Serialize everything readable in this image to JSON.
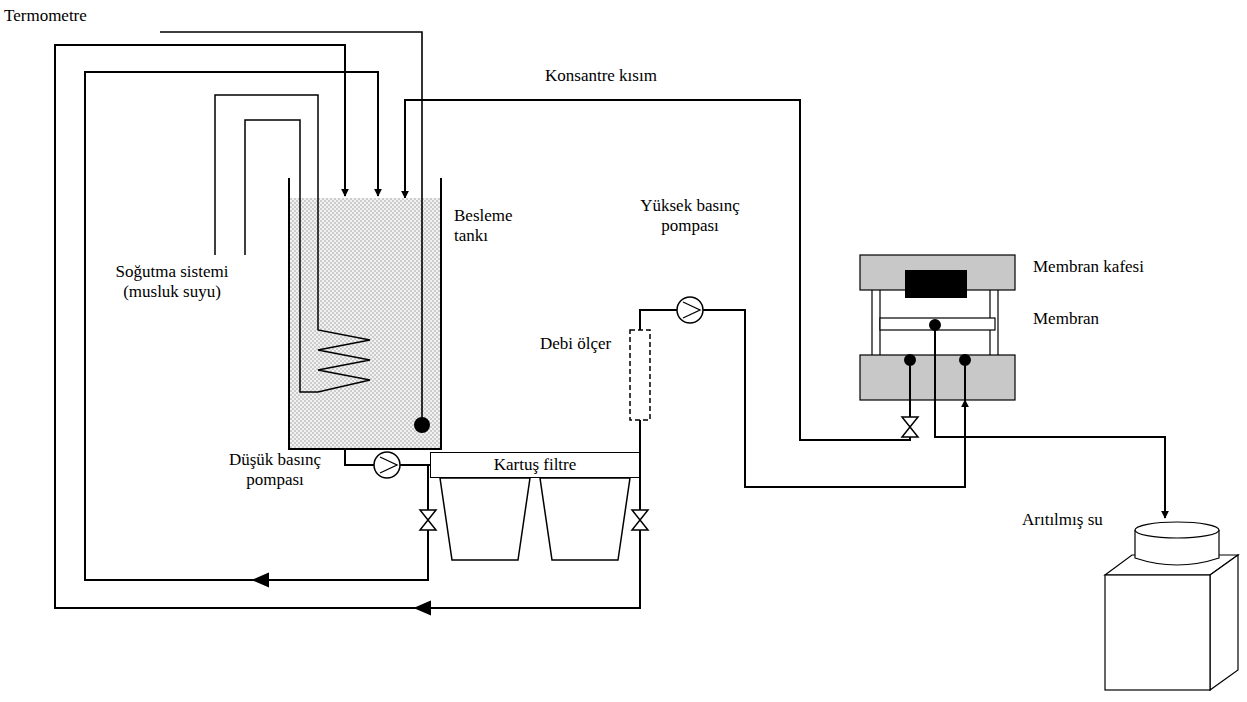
{
  "diagram": {
    "nodes": [
      {
        "text": [
          "Besleme tankı"
        ]
      },
      {
        "text": [
          "Kartuş filtre"
        ]
      },
      {
        "text": [
          "Membran kafesi",
          "Membran"
        ]
      }
    ],
    "edges": [
      {
        "from": 0,
        "to": 1,
        "arrow": "none"
      },
      {
        "from": 1,
        "to": 2,
        "arrow": "to"
      },
      {
        "from": 2,
        "to": 0,
        "arrow": "to"
      }
    ],
    "labels": [
      "Termometre",
      "Konsantre kısım",
      "Soğutma sistemi (musluk suyu)",
      "Yüksek basınç pompası",
      "Debi ölçer",
      "Düşük basınç pompası",
      "Arıtılmış su"
    ]
  }
}
